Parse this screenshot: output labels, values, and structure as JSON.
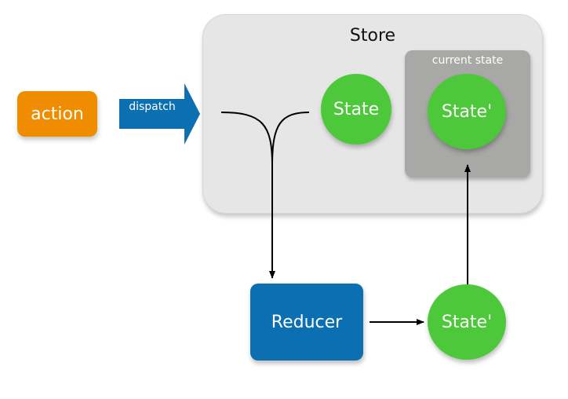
{
  "store": {
    "title": "Store"
  },
  "current_state": {
    "title": "current state"
  },
  "action": {
    "label": "action"
  },
  "dispatch": {
    "label": "dispatch"
  },
  "states": {
    "state": "State",
    "current_state_value": "State'",
    "new_state": "State'"
  },
  "reducer": {
    "label": "Reducer"
  },
  "colors": {
    "action": "#f08c00",
    "dispatch": "#0b6fb1",
    "reducer": "#0b6fb1",
    "state": "#4cc83a",
    "store": "#e6e6e6",
    "current_state_box": "#a8a8a6"
  }
}
